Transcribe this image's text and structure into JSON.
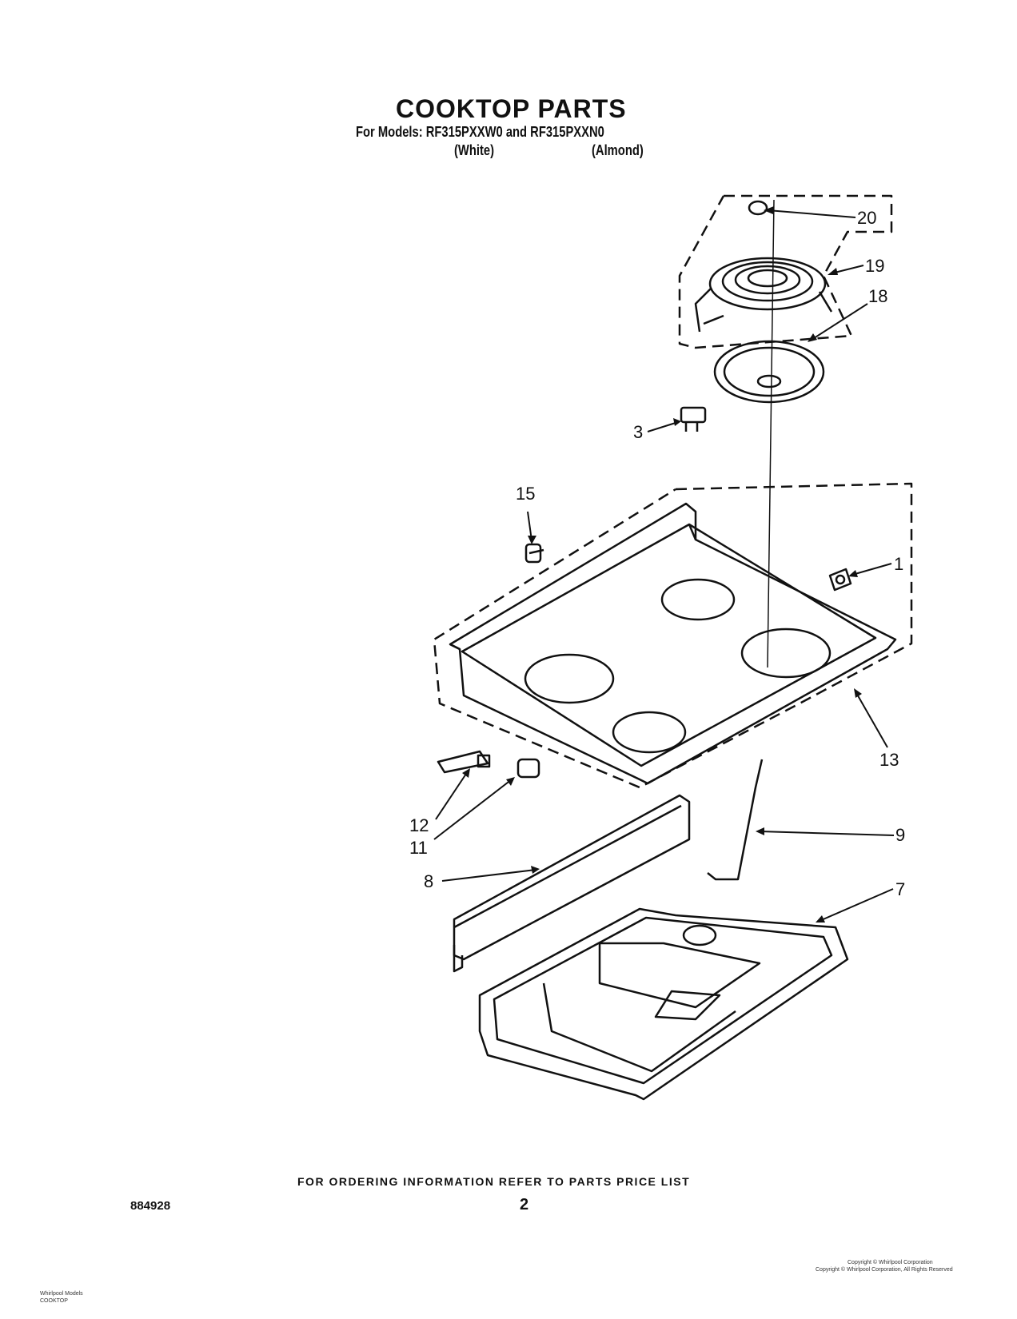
{
  "header": {
    "title": "COOKTOP PARTS",
    "models_line": "For Models: RF315PXXW0 and RF315PXXN0",
    "color_white": "(White)",
    "color_almond": "(Almond)"
  },
  "callouts": [
    {
      "id": "20",
      "label": "20"
    },
    {
      "id": "19",
      "label": "19"
    },
    {
      "id": "18",
      "label": "18"
    },
    {
      "id": "3",
      "label": "3"
    },
    {
      "id": "15",
      "label": "15"
    },
    {
      "id": "1",
      "label": "1"
    },
    {
      "id": "13",
      "label": "13"
    },
    {
      "id": "12",
      "label": "12"
    },
    {
      "id": "11",
      "label": "11"
    },
    {
      "id": "9",
      "label": "9"
    },
    {
      "id": "8",
      "label": "8"
    },
    {
      "id": "7",
      "label": "7"
    }
  ],
  "footer": {
    "ordering_info": "FOR ORDERING INFORMATION REFER TO PARTS PRICE LIST",
    "page_number": "2",
    "doc_number": "884928",
    "fine_left": [
      "Whirlpool Models",
      "COOKTOP"
    ],
    "fine_right": [
      "Copyright © Whirlpool Corporation",
      "Copyright © Whirlpool Corporation, All Rights Reserved"
    ]
  }
}
